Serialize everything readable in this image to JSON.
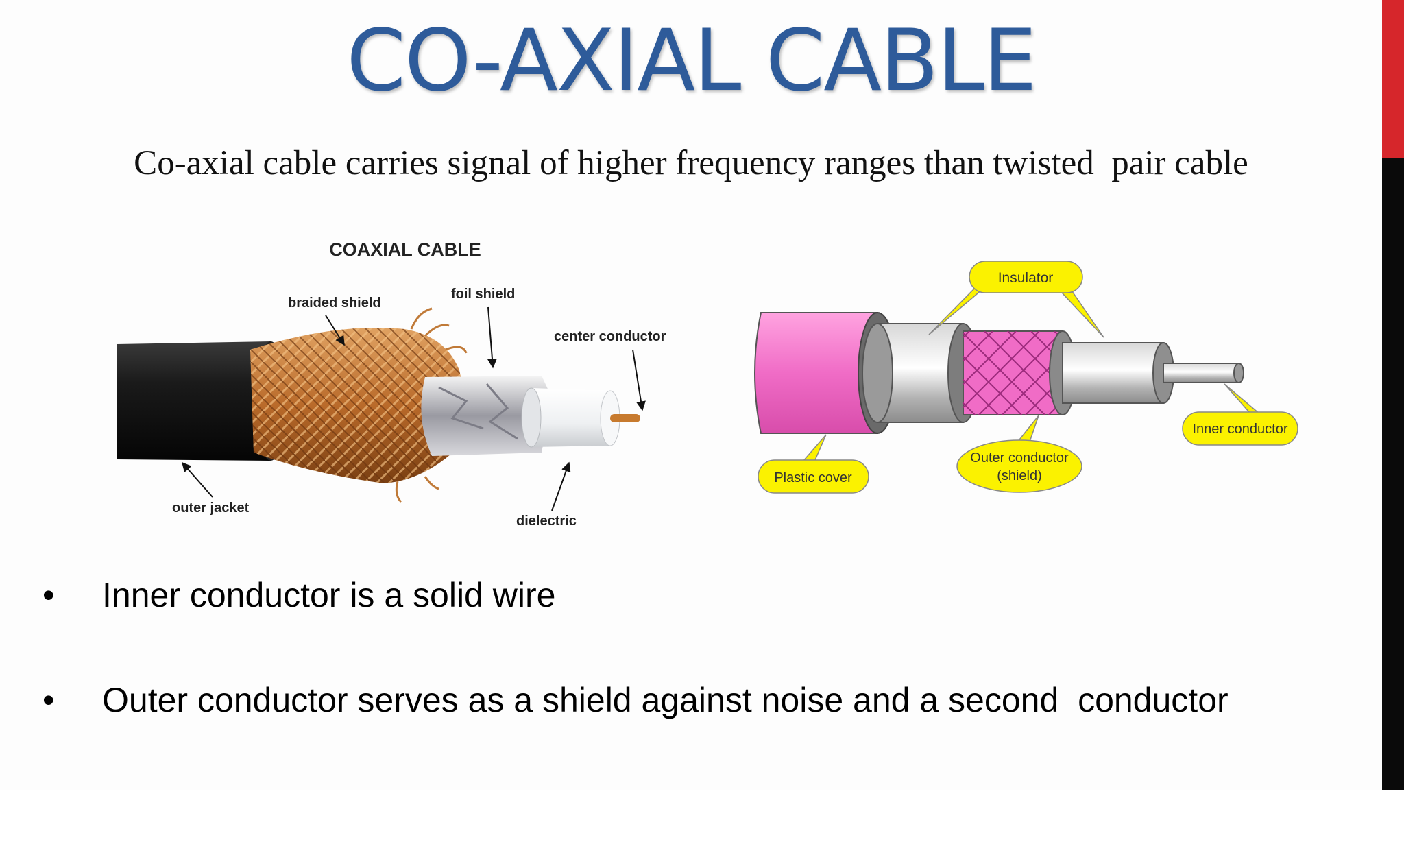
{
  "slide": {
    "title": "CO-AXIAL CABLE",
    "subtitle": "Co-axial cable carries signal of higher frequency ranges than twisted  pair cable",
    "bullet_glyph": "•",
    "bullets": [
      "Inner conductor is a solid wire",
      "Outer conductor serves as a shield against noise and a second  conductor"
    ],
    "accent_colors": {
      "title": "#2e5b9a",
      "side_bar_top": "#d6262b",
      "side_bar_bottom": "#0a0a0a"
    }
  },
  "photo_diagram": {
    "heading": "COAXIAL CABLE",
    "labels": {
      "braided_shield": "braided shield",
      "foil_shield": "foil shield",
      "center_conductor": "center conductor",
      "outer_jacket": "outer jacket",
      "dielectric": "dielectric"
    }
  },
  "schematic_diagram": {
    "labels": {
      "insulator": "Insulator",
      "inner_conductor": "Inner conductor",
      "plastic_cover": "Plastic cover",
      "outer_conductor_line1": "Outer conductor",
      "outer_conductor_line2": "(shield)"
    },
    "colors": {
      "callout": "#fbf200",
      "cover": "#f06cc6",
      "grey": "#a9a9a9"
    }
  }
}
